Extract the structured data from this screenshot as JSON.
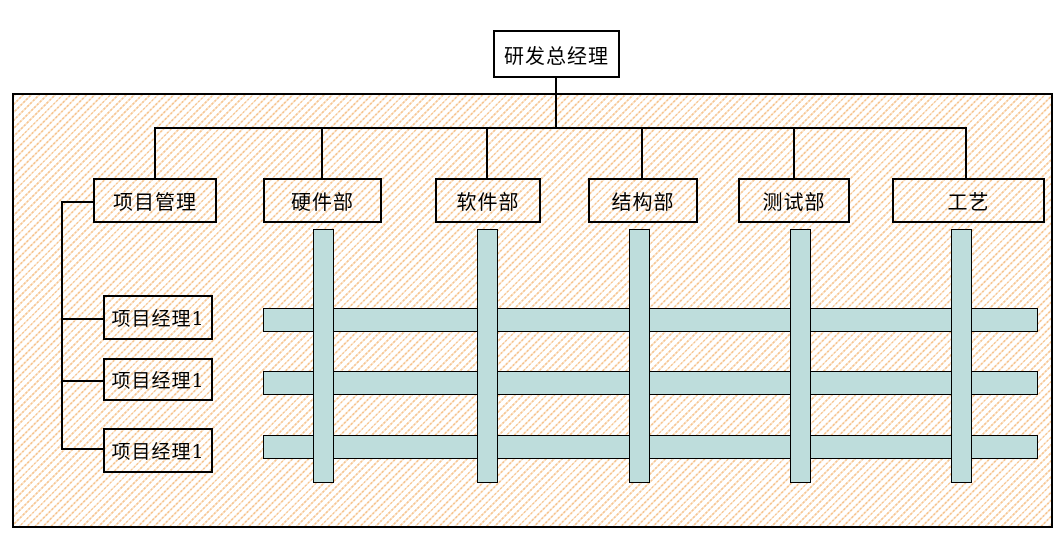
{
  "org": {
    "head": {
      "label": "研发总经理"
    },
    "top_row": [
      {
        "label": "项目管理"
      },
      {
        "label": "硬件部"
      },
      {
        "label": "软件部"
      },
      {
        "label": "结构部"
      },
      {
        "label": "测试部"
      },
      {
        "label": "工艺"
      }
    ],
    "project_managers": [
      {
        "label": "项目经理1"
      },
      {
        "label": "项目经理1"
      },
      {
        "label": "项目经理1"
      }
    ],
    "matrix": {
      "horizontal_bar_count": 3,
      "vertical_bar_count": 5
    },
    "colors": {
      "bar_fill": "#BEDDDC",
      "hatch_stripe": "#F6C693",
      "line": "#000000",
      "background": "#FFFFFF"
    }
  }
}
